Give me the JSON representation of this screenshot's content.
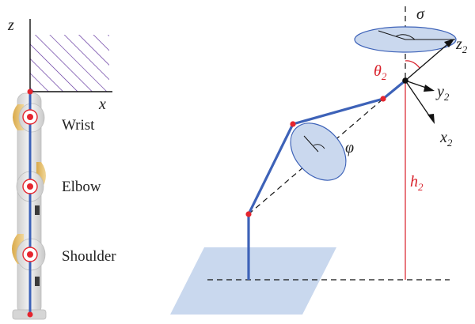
{
  "left_panel": {
    "axis_z": "z",
    "axis_x": "x",
    "joints": [
      "Wrist",
      "Elbow",
      "Shoulder"
    ]
  },
  "right_panel": {
    "sigma": "σ",
    "phi": "φ",
    "theta": {
      "base": "θ",
      "sub": "2"
    },
    "height": {
      "base": "h",
      "sub": "2"
    },
    "frame": {
      "z": {
        "base": "z",
        "sub": "2"
      },
      "y": {
        "base": "y",
        "sub": "2"
      },
      "x": {
        "base": "x",
        "sub": "2"
      }
    }
  },
  "colors": {
    "link_blue": "#3d62b8",
    "joint_red": "#e5252e",
    "annotation_red": "#d8202a",
    "hatch_purple": "#5a2a9a",
    "plane_fill": "#c9d8ee",
    "disk_fill": "#cad8ee",
    "robot_silver": "#e3e3e3",
    "robot_gold": "#e9c57a"
  }
}
